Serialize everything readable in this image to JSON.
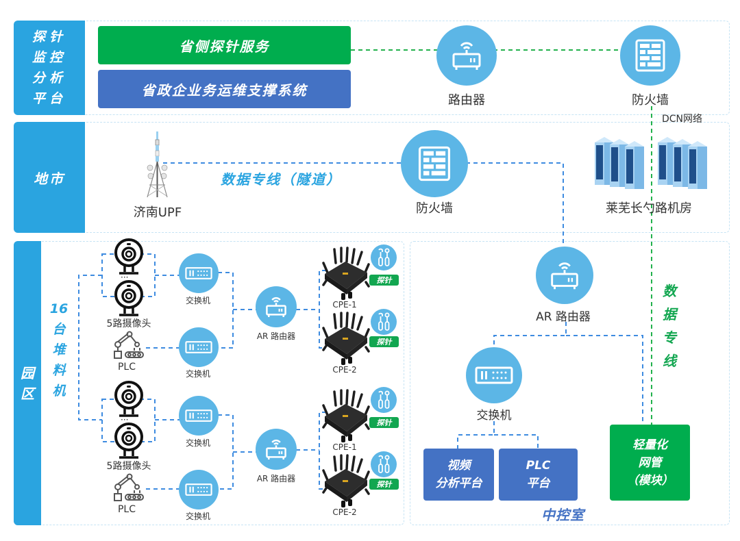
{
  "sections": {
    "probe_platform": {
      "label": [
        "探针",
        "监控",
        "分析",
        "平台"
      ]
    },
    "city": {
      "label": "地市"
    },
    "park": {
      "label": [
        "园",
        "区"
      ]
    }
  },
  "probe_platform": {
    "service_bar": "省侧探针服务",
    "ops_bar": "省政企业务运维支撑系统",
    "router_label": "路由器",
    "firewall_label": "防火墙",
    "dcn_label": "DCN网络"
  },
  "city": {
    "upf_label": "济南UPF",
    "tunnel_label": "数据专线（隧道）",
    "firewall_label": "防火墙",
    "datacenter_label": "莱芜长勺路机房"
  },
  "park": {
    "stacker_label": [
      "16",
      "台",
      "堆",
      "料",
      "机"
    ],
    "groups": [
      {
        "camera_label": "5路摄像头",
        "plc_label": "PLC",
        "switch_labels": [
          "交换机",
          "交换机"
        ],
        "router_label": "AR 路由器",
        "cpes": [
          {
            "label": "CPE-1",
            "badge": "探针"
          },
          {
            "label": "CPE-2",
            "badge": "探针"
          }
        ]
      },
      {
        "camera_label": "5路摄像头",
        "plc_label": "PLC",
        "switch_labels": [
          "交换机",
          "交换机"
        ],
        "router_label": "AR 路由器",
        "cpes": [
          {
            "label": "CPE-1",
            "badge": "探针"
          },
          {
            "label": "CPE-2",
            "badge": "探针"
          }
        ]
      }
    ],
    "ellipsis": "···"
  },
  "control_room": {
    "title": "中控室",
    "router_label": "AR 路由器",
    "switch_label": "交换机",
    "video_platform": [
      "视频",
      "分析平台"
    ],
    "plc_platform": [
      "PLC",
      "平台"
    ],
    "nms_module": [
      "轻量化",
      "网管",
      "（模块）"
    ],
    "dedicated_line": [
      "数",
      "据",
      "专",
      "线"
    ]
  },
  "colors": {
    "section_blue": "#2aa4e0",
    "green": "#12a650",
    "dark_blue": "#4472c4",
    "icon_circle": "#5cb6e6",
    "blue_link": "#3d8be0",
    "green_link": "#22b14c"
  }
}
